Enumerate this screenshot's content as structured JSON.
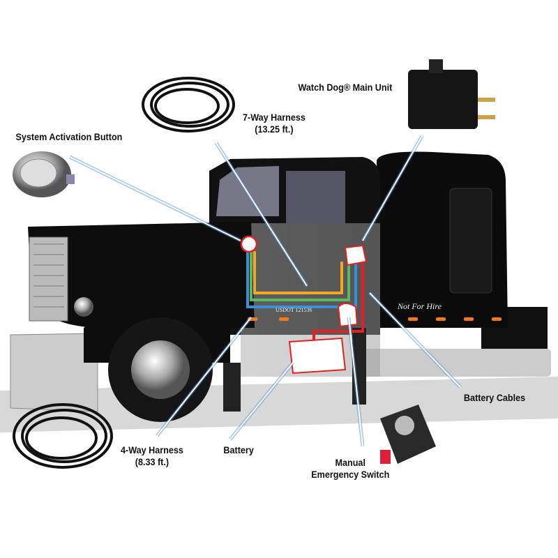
{
  "labels": {
    "activation_button": "System Activation Button",
    "seven_way_line1": "7-Way Harness",
    "seven_way_line2": "(13.25 ft.)",
    "main_unit": "Watch Dog® Main Unit",
    "battery_cables": "Battery Cables",
    "four_way_line1": "4-Way Harness",
    "four_way_line2": "(8.33 ft.)",
    "battery": "Battery",
    "switch_line1": "Manual",
    "switch_line2": "Emergency Switch"
  },
  "truck": {
    "door_text": "Not For Hire",
    "usdot": "USDOT 121536"
  },
  "colors": {
    "wire_orange": "#f5a623",
    "wire_green": "#5cb85c",
    "wire_blue": "#3a8fd9",
    "wire_red": "#e32020",
    "pointer_glow": "#4a8fe0"
  }
}
